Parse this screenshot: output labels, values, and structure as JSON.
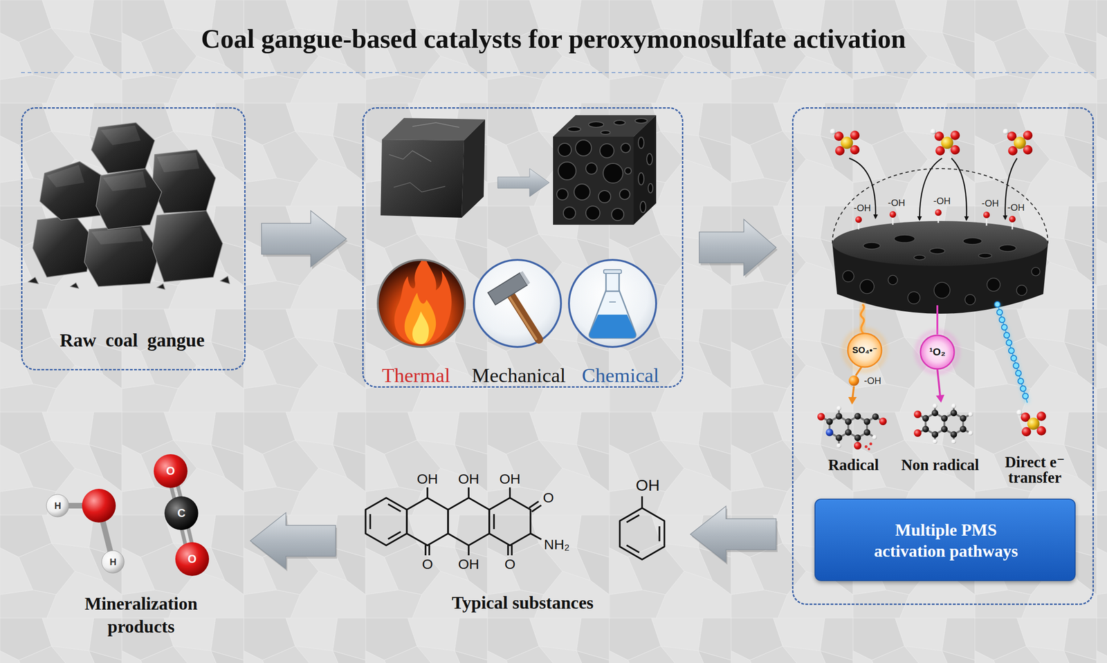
{
  "diagram": {
    "title": "Coal gangue-based catalysts for peroxymonosulfate activation",
    "nodes": [
      {
        "text": [
          "Raw coal gangue"
        ]
      },
      {
        "text": [
          "Thermal",
          "Mechanical",
          "Chemical"
        ]
      },
      {
        "text": [
          "Radical",
          "Non radical",
          "Direct e⁻ transfer"
        ]
      },
      {
        "text": [
          "Multiple PMS activation pathways"
        ],
        "in": 2
      },
      {
        "text": [
          "Typical substances"
        ]
      },
      {
        "text": [
          "Mineralization products"
        ]
      }
    ],
    "edges": [
      {
        "from": 0,
        "to": 1,
        "arrow": "to"
      },
      {
        "from": 1,
        "to": 2,
        "arrow": "to"
      },
      {
        "from": 2,
        "to": 4,
        "arrow": "to"
      },
      {
        "from": 4,
        "to": 5,
        "arrow": "to"
      }
    ],
    "labels": [
      "-OH",
      "-OH",
      "-OH",
      "-OH",
      "-OH",
      "SO₄•⁻",
      "-OH",
      "¹O₂",
      "OH",
      "OH",
      "OH",
      "O",
      "NH₂",
      "O",
      "OH",
      "O",
      "OH",
      "H",
      "H",
      "O",
      "C",
      "O"
    ]
  }
}
